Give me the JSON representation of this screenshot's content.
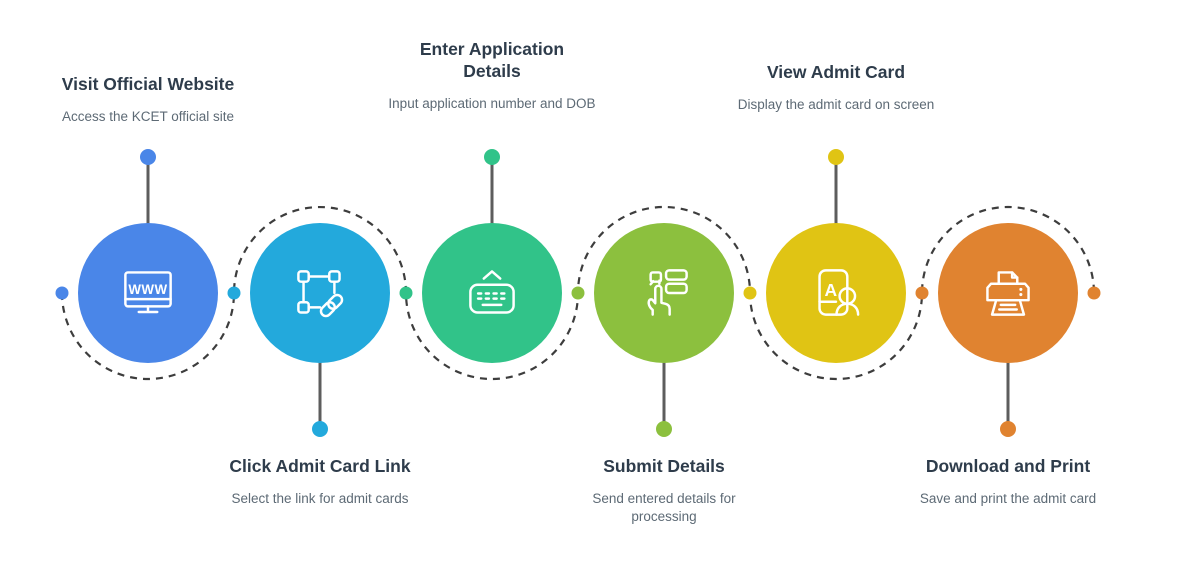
{
  "diagram": {
    "type": "process-timeline",
    "subject": "KCET admit card download steps"
  },
  "steps": [
    {
      "title": "Visit Official Website",
      "description": "Access the KCET official site",
      "icon": "monitor-www-icon",
      "color": "#4a86e8",
      "label_position": "top"
    },
    {
      "title": "Click Admit Card Link",
      "description": "Select the link for admit cards",
      "icon": "link-selection-icon",
      "color": "#23a9dc",
      "label_position": "bottom"
    },
    {
      "title": "Enter Application Details",
      "description": "Input application number and DOB",
      "icon": "keyboard-icon",
      "color": "#31c389",
      "label_position": "top"
    },
    {
      "title": "Submit Details",
      "description": "Send entered details for processing",
      "icon": "tap-form-icon",
      "color": "#8cc03e",
      "label_position": "bottom"
    },
    {
      "title": "View Admit Card",
      "description": "Display the admit card on screen",
      "icon": "id-card-icon",
      "color": "#e0c414",
      "label_position": "top"
    },
    {
      "title": "Download and Print",
      "description": "Save and print the admit card",
      "icon": "printer-icon",
      "color": "#e08330",
      "label_position": "bottom"
    }
  ],
  "icon_glyphs": {
    "monitor_text": "WWW",
    "card_letter": "A"
  },
  "colors": {
    "dashed_path": "#3d3d3d",
    "connector_line": "#5d5d5d",
    "title_text": "#2e3c4b",
    "subtitle_text": "#5d6a75",
    "background": "#ffffff"
  }
}
